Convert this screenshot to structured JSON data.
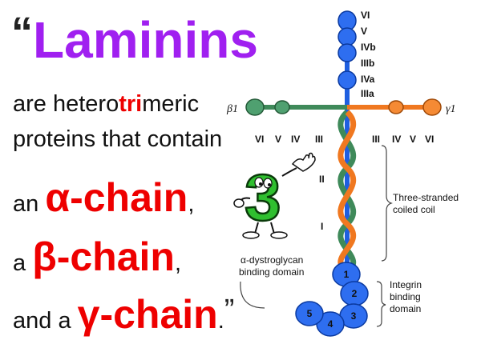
{
  "slide": {
    "open_quote": "“",
    "title": "Laminins",
    "line1_a": "are hetero",
    "line1_tri": "tri",
    "line1_b": "meric",
    "line2": "proteins that contain",
    "line3_a": "an ",
    "line3_chain": "α-chain",
    "line3_end": ",",
    "line4_a": "a ",
    "line4_chain": "β-chain",
    "line4_end": ",",
    "line5_a": "and a ",
    "line5_chain": "γ-chain",
    "line5_end": ".",
    "close_quote": "”"
  },
  "diagram": {
    "alpha_domains": [
      "VI",
      "V",
      "IVb",
      "IIIb",
      "IVa",
      "IIIa"
    ],
    "beta_label": "β1",
    "gamma_label": "γ1",
    "left_arm_domains": [
      "VI",
      "V",
      "IV",
      "III"
    ],
    "right_arm_domains": [
      "III",
      "IV",
      "V",
      "VI"
    ],
    "coil_domains": [
      "II",
      "I"
    ],
    "coiled_coil_label": [
      "Three-stranded",
      "coiled coil"
    ],
    "dystroglycan_label": [
      "α-dystroglycan",
      "binding domain"
    ],
    "integrin_label": [
      "Integrin",
      "binding",
      "domain"
    ],
    "globule_numbers": [
      "1",
      "2",
      "3",
      "4",
      "5"
    ],
    "mascot_number": "3"
  },
  "colors": {
    "title": "#a020f0",
    "chain_text": "#ee0000",
    "alpha": "#1f5fe0",
    "beta": "#3f8a5a",
    "gamma": "#f07820",
    "mascot": "#2fbf2f"
  }
}
